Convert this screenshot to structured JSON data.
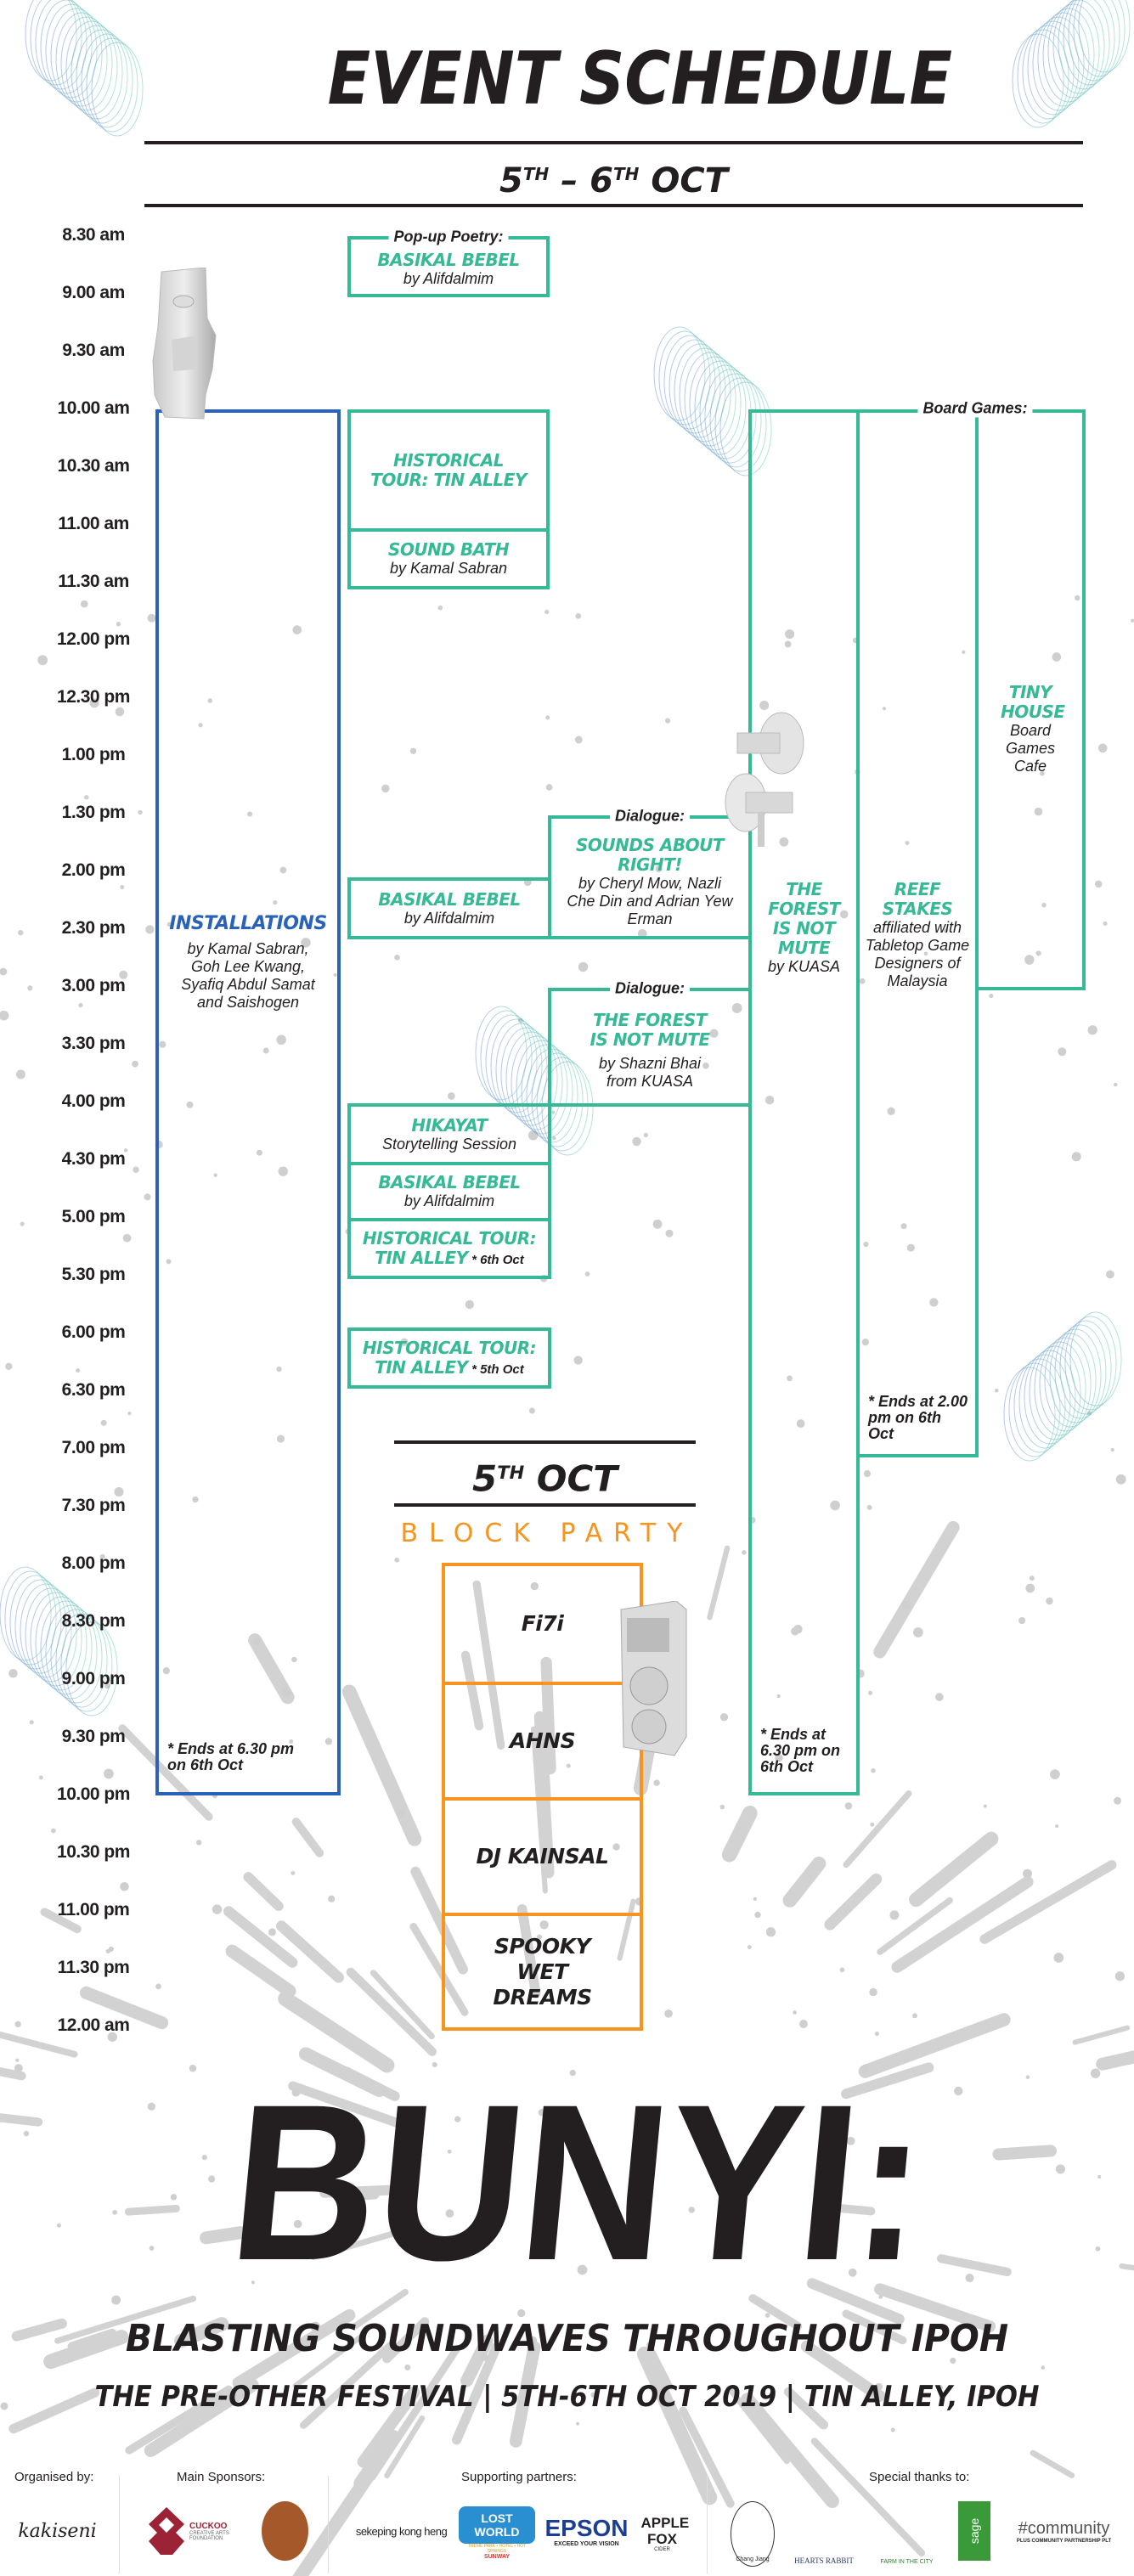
{
  "header": {
    "title": "EVENT SCHEDULE",
    "dates": {
      "d1": "5",
      "sup1": "TH",
      "dash": "–",
      "d2": "6",
      "sup2": "TH",
      "month": "OCT"
    }
  },
  "times": [
    "8.30 am",
    "9.00 am",
    "9.30 am",
    "10.00 am",
    "10.30 am",
    "11.00 am",
    "11.30 am",
    "12.00 pm",
    "12.30 pm",
    "1.00 pm",
    "1.30 pm",
    "2.00 pm",
    "2.30 pm",
    "3.00 pm",
    "3.30 pm",
    "4.00 pm",
    "4.30 pm",
    "5.00 pm",
    "5.30 pm",
    "6.00 pm",
    "6.30 pm",
    "7.00 pm",
    "7.30 pm",
    "8.00 pm",
    "8.30 pm",
    "9.00 pm",
    "9.30 pm",
    "10.00 pm",
    "10.30 pm",
    "11.00 pm",
    "11.30 pm",
    "12.00 am"
  ],
  "events": {
    "installations": {
      "title": "INSTALLATIONS",
      "by": "by Kamal Sabran, Goh Lee Kwang, Syafiq Abdul Samat and Saishogen",
      "note": "* Ends at 6.30 pm on 6th Oct"
    },
    "poetry": {
      "label": "Pop-up Poetry:",
      "title": "BASIKAL BEBEL",
      "by": "by Alifdalmim"
    },
    "tour1": {
      "title": "HISTORICAL TOUR: TIN ALLEY"
    },
    "soundbath": {
      "title": "SOUND BATH",
      "by": "by Kamal Sabran"
    },
    "basikal2": {
      "title": "BASIKAL BEBEL",
      "by": "by Alifdalmim"
    },
    "dialogue1": {
      "label": "Dialogue:",
      "title": "SOUNDS ABOUT RIGHT!",
      "by": "by Cheryl Mow, Nazli Che Din and Adrian Yew Erman"
    },
    "dialogue2": {
      "label": "Dialogue:",
      "title": "THE FOREST IS NOT MUTE",
      "by": "by Shazni Bhai from KUASA"
    },
    "hikayat": {
      "title": "HIKAYAT",
      "by": "Storytelling Session"
    },
    "basikal3": {
      "title": "BASIKAL BEBEL",
      "by": "by Alifdalmim"
    },
    "tour2": {
      "title1": "HISTORICAL TOUR:",
      "title2": "TIN ALLEY",
      "note": "* 6th Oct"
    },
    "tour3": {
      "title1": "HISTORICAL TOUR:",
      "title2": "TIN ALLEY",
      "note": "* 5th Oct"
    },
    "forest": {
      "title": "THE FOREST IS NOT MUTE",
      "by": "by KUASA",
      "note": "* Ends at 6.30 pm on 6th Oct"
    },
    "boardgames_label": "Board Games:",
    "reef": {
      "title": "REEF STAKES",
      "by": "affiliated with Tabletop Game Designers of Malaysia",
      "note": "* Ends at 2.00 pm on 6th Oct"
    },
    "tinyhouse": {
      "title": "TINY HOUSE",
      "by": "Board Games Cafe"
    }
  },
  "blockparty": {
    "date": {
      "d": "5",
      "sup": "TH",
      "month": "OCT"
    },
    "title": "BLOCK PARTY",
    "acts": [
      "Fi7i",
      "AHNS",
      "DJ KAINSAL",
      "SPOOKY WET DREAMS"
    ]
  },
  "footer": {
    "brand": "BUNYI:",
    "tagline": "BLASTING SOUNDWAVES THROUGHOUT IPOH",
    "details": "THE PRE-OTHER FESTIVAL | 5TH-6TH OCT 2019 | TIN ALLEY, IPOH",
    "organised_label": "Organised by:",
    "sponsors_label": "Main Sponsors:",
    "partners_label": "Supporting partners:",
    "thanks_label": "Special thanks to:",
    "logos": {
      "kakiseni": "kakiseni",
      "cuckoo": "CUCKOO",
      "cuckoo_sub": "CREATIVE ARTS FOUNDATION",
      "sekeping": "sekeping kong heng",
      "lostworld": "LOST WORLD",
      "lostworld_sub": "THEME PARK • HOTEL • HOT SPRINGS",
      "sunway": "SUNWAY",
      "epson": "EPSON",
      "epson_sub": "EXCEED YOUR VISION",
      "applefox": "APPLE FOX",
      "applefox_sub": "CIDER",
      "changjiang": "Chang Jiang",
      "hearts": "HEARTS RABBIT",
      "farm": "FARM IN THE CITY",
      "sage": "sage",
      "community": "#community",
      "community_sub": "PLUS COMMUNITY PARTNERSHIP PLT"
    }
  },
  "colors": {
    "teal": "#35b996",
    "blue": "#2a62b8",
    "orange": "#f7941d",
    "ink": "#231f20"
  }
}
